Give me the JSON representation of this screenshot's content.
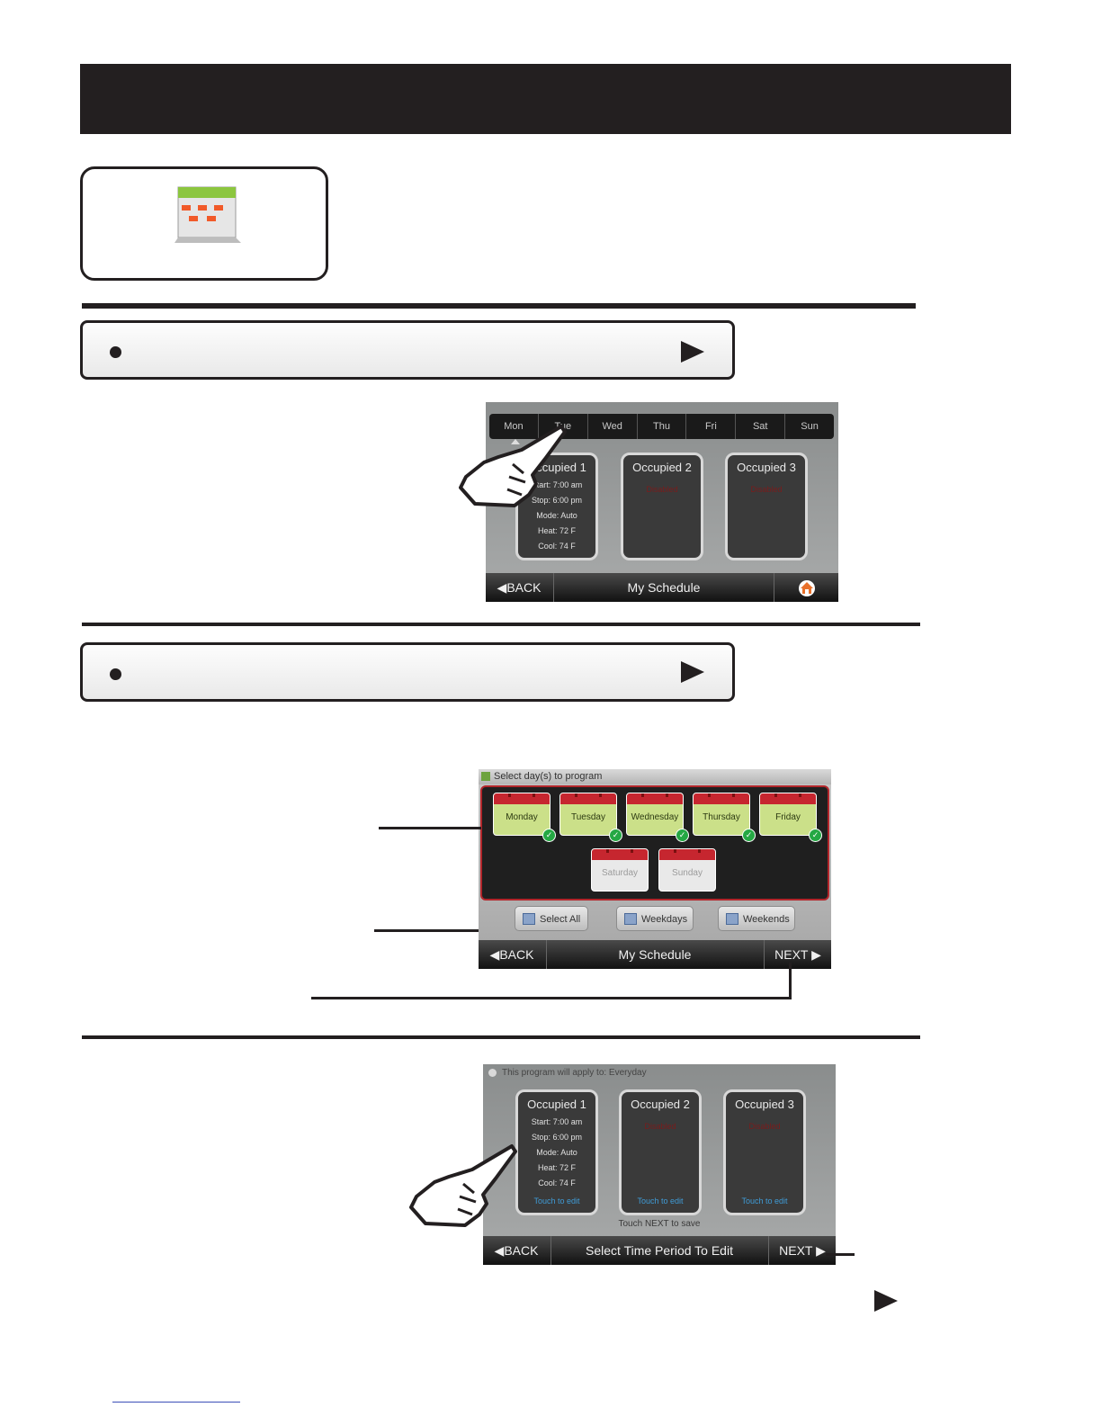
{
  "screen1": {
    "days": [
      "Mon",
      "Tue",
      "Wed",
      "Thu",
      "Fri",
      "Sat",
      "Sun"
    ],
    "periods": [
      {
        "title": "Occupied 1",
        "lines": [
          "Start: 7:00 am",
          "Stop: 6:00 pm",
          "Mode: Auto",
          "Heat: 72 F",
          "Cool: 74 F"
        ]
      },
      {
        "title": "Occupied 2",
        "status": "Disabled"
      },
      {
        "title": "Occupied 3",
        "status": "Disabled"
      }
    ],
    "nav": {
      "back": "◀BACK",
      "title": "My Schedule"
    }
  },
  "screen2": {
    "header": "Select day(s) to program",
    "weekdays": [
      "Monday",
      "Tuesday",
      "Wednesday",
      "Thursday",
      "Friday"
    ],
    "weekend": [
      "Saturday",
      "Sunday"
    ],
    "quick_buttons": [
      "Select All",
      "Weekdays",
      "Weekends"
    ],
    "nav": {
      "back": "◀BACK",
      "title": "My Schedule",
      "next": "NEXT ▶"
    }
  },
  "screen3": {
    "header": "This program will apply to: Everyday",
    "periods": [
      {
        "title": "Occupied 1",
        "lines": [
          "Start: 7:00 am",
          "Stop: 6:00 pm",
          "Mode: Auto",
          "Heat: 72 F",
          "Cool: 74 F"
        ],
        "touch": "Touch to edit"
      },
      {
        "title": "Occupied 2",
        "status": "Disabled",
        "touch": "Touch to edit"
      },
      {
        "title": "Occupied 3",
        "status": "Disabled",
        "touch": "Touch to edit"
      }
    ],
    "footer_note": "Touch NEXT to save",
    "nav": {
      "back": "◀BACK",
      "title": "Select Time Period To Edit",
      "next": "NEXT ▶"
    }
  },
  "colors": {
    "dark": "#231f20",
    "accent_red": "#c6262f",
    "tile_green": "#cbe089",
    "link_blue": "#3f9bd6"
  }
}
